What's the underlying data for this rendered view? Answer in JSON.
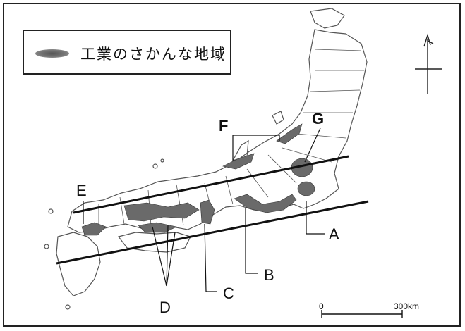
{
  "legend": {
    "label": "工業のさかんな地域"
  },
  "labels": {
    "a": "A",
    "b": "B",
    "c": "C",
    "d": "D",
    "e": "E",
    "f": "F",
    "g": "G"
  },
  "scale": {
    "start": "0",
    "end": "300km"
  },
  "colors": {
    "industry": "#6a6a6a",
    "line": "#111111",
    "outline": "#555555"
  }
}
